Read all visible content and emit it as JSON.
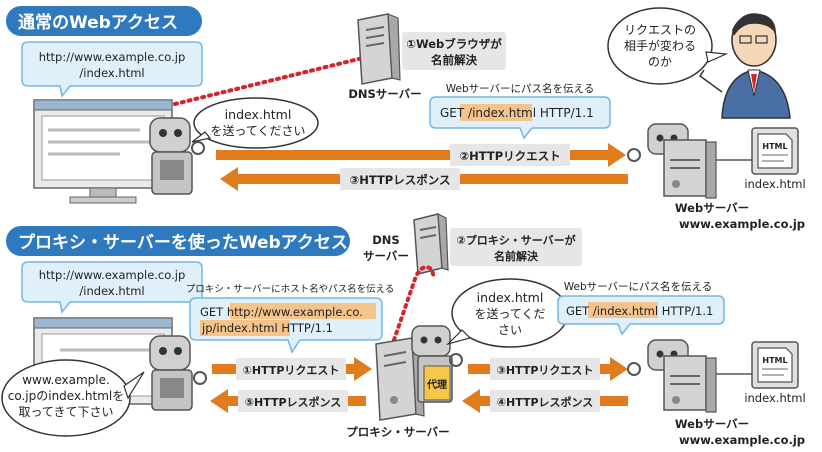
{
  "colors": {
    "heading_bg": "#2f79be",
    "arrow_orange": "#e07b1e",
    "highlight_orange": "#f5c48a",
    "dotted_red": "#d4252a",
    "callout_blue_bg": "#dff0fb",
    "callout_blue_border": "#74b6e2",
    "label_gray_bg": "#e6e6e6",
    "server_gray": "#c8c8c8"
  },
  "icons": [
    "browser-window-icon",
    "robot-icon",
    "dns-server-icon",
    "web-server-icon",
    "proxy-server-icon",
    "html-document-icon",
    "presenter-person-icon"
  ],
  "normal": {
    "heading": "通常のWebアクセス",
    "url_line1": "http://www.example.co.jp",
    "url_line2": "/index.html",
    "dns_label": "DNSサーバー",
    "dns_step_line1": "①Webブラウザが",
    "dns_step_line2": "名前解決",
    "robot_speech_line1": "index.html",
    "robot_speech_line2": "を送ってください",
    "web_server_caption": "Webサーバーにパス名を伝える",
    "get_prefix": "GET ",
    "get_path": "/index.html",
    "get_suffix": " HTTP/1.1",
    "request_label": "②HTTPリクエスト",
    "response_label": "③HTTPレスポンス",
    "html_doc_label": "HTML",
    "html_file": "index.html",
    "server_name_line1": "Webサーバー",
    "server_name_line2": "www.example.co.jp",
    "person_speech_line1": "リクエストの",
    "person_speech_line2": "相手が変わる",
    "person_speech_line3": "のか"
  },
  "proxy": {
    "heading": "プロキシ・サーバーを使ったWebアクセス",
    "url_line1": "http://www.example.co.jp",
    "url_line2": "/index.html",
    "dns_label_line1": "DNS",
    "dns_label_line2": "サーバー",
    "dns_step_line1": "②プロキシ・サーバーが",
    "dns_step_line2": "名前解決",
    "host_caption": "プロキシ・サーバーにホスト名やパス名を伝える",
    "get1_prefix": "GET ",
    "get1_url_line1": "http://www.example.co.",
    "get1_url_line2": "jp/index.html",
    "get1_suffix": " HTTP/1.1",
    "robot_speech_line1": "index.html",
    "robot_speech_line2": "を送ってくだ",
    "robot_speech_line3": "さい",
    "user_speech_line1": "www.example.",
    "user_speech_line2": "co.jpのindex.htmlを",
    "user_speech_line3": "取ってきて下さい",
    "req1_label": "①HTTPリクエスト",
    "resp1_label": "⑤HTTPレスポンス",
    "proxy_name": "プロキシ・サーバー",
    "proxy_badge": "代理",
    "web_server_caption": "Webサーバーにパス名を伝える",
    "get2_prefix": "GET ",
    "get2_path": "/index.html",
    "get2_suffix": " HTTP/1.1",
    "req2_label": "③HTTPリクエスト",
    "resp2_label": "④HTTPレスポンス",
    "html_doc_label": "HTML",
    "html_file": "index.html",
    "server_name_line1": "Webサーバー",
    "server_name_line2": "www.example.co.jp"
  }
}
